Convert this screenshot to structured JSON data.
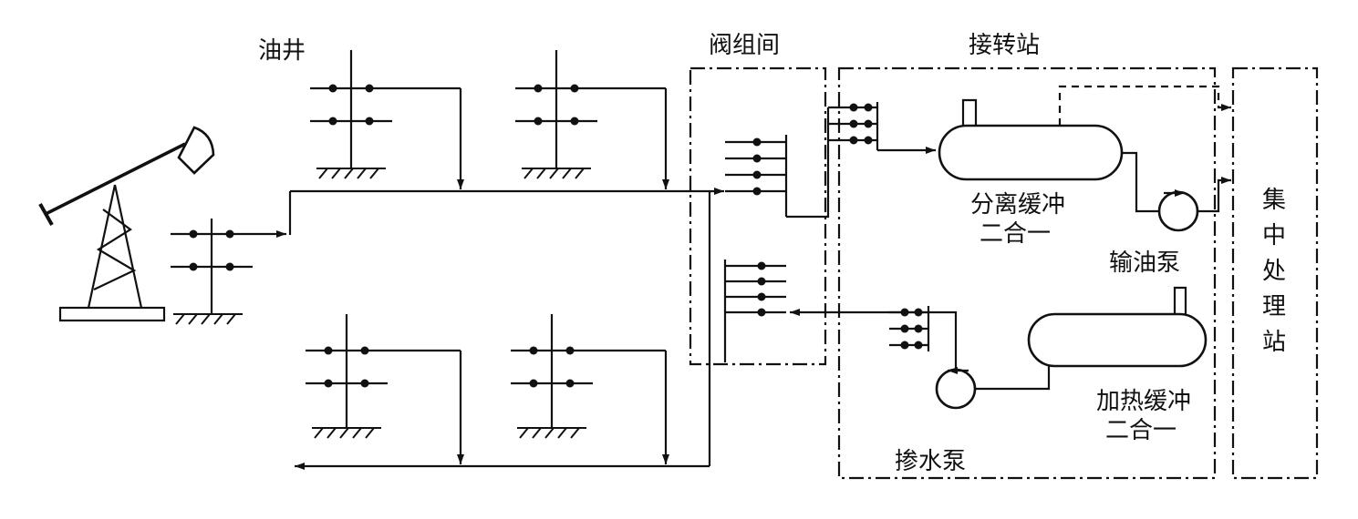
{
  "labels": {
    "oil_well": "油井",
    "valve_room": "阀组间",
    "transfer_station": "接转站",
    "separator": {
      "name": "分离缓冲二合一",
      "line1": "分离缓冲",
      "line2": "二合一"
    },
    "oil_pump": "输油泵",
    "heater": {
      "name": "加热缓冲二合一",
      "line1": "加热缓冲",
      "line2": "二合一"
    },
    "water_pump": "掺水泵",
    "central_station": "集中处理站",
    "central_chars": [
      "集",
      "中",
      "处",
      "理",
      "站"
    ]
  },
  "colors": {
    "ink": "#111111",
    "background": "#ffffff"
  },
  "diagram": {
    "type": "process-flow-diagram",
    "areas": [
      {
        "id": "wells",
        "label": "油井",
        "well_symbol_count": 5,
        "pumpjack_count": 1
      },
      {
        "id": "valve-room",
        "label": "阀组间",
        "border": "dash-dot"
      },
      {
        "id": "transfer-station",
        "label": "接转站",
        "border": "dash-dot",
        "equipment": [
          "分离缓冲二合一",
          "输油泵",
          "加热缓冲二合一",
          "掺水泵"
        ]
      },
      {
        "id": "central-processing",
        "label": "集中处理站",
        "border": "dash-dot"
      }
    ],
    "flows": [
      {
        "from": "油井",
        "to": "阀组间",
        "style": "solid-arrow"
      },
      {
        "from": "阀组间",
        "to": "分离缓冲二合一",
        "style": "solid-arrow"
      },
      {
        "from": "分离缓冲二合一",
        "to": "输油泵",
        "style": "solid"
      },
      {
        "from": "输油泵",
        "to": "集中处理站",
        "style": "solid-arrow"
      },
      {
        "from": "分离缓冲二合一",
        "to": "集中处理站",
        "style": "dashed-arrow"
      },
      {
        "from": "加热缓冲二合一",
        "to": "掺水泵",
        "style": "solid"
      },
      {
        "from": "掺水泵",
        "to": "阀组间",
        "style": "solid-arrow"
      },
      {
        "from": "阀组间",
        "to": "油井",
        "style": "solid-arrow"
      }
    ]
  }
}
